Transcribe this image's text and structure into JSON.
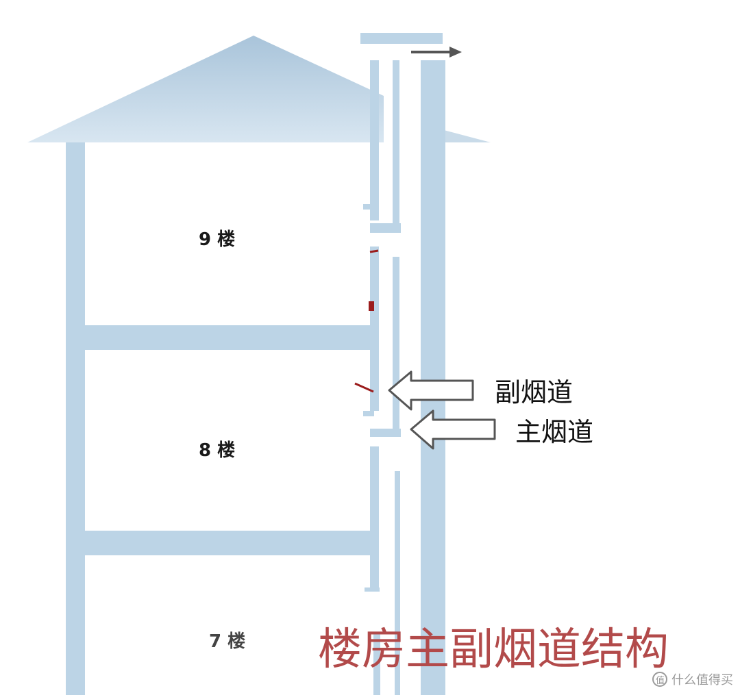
{
  "floors": [
    {
      "label": "9 楼"
    },
    {
      "label": "8 楼"
    },
    {
      "label": "7 楼"
    }
  ],
  "callouts": {
    "secondary_flue": "副烟道",
    "main_flue": "主烟道"
  },
  "title": "楼房主副烟道结构",
  "watermark": {
    "text": "什么值得买",
    "icon": "zhide-logo-icon"
  },
  "colors": {
    "structure": "#bcd4e6",
    "title": "#b24a4a",
    "valve": "#9b1c1c",
    "arrow_fill": "#ffffff",
    "arrow_stroke": "#555555",
    "exhaust_arrow": "#555555"
  }
}
